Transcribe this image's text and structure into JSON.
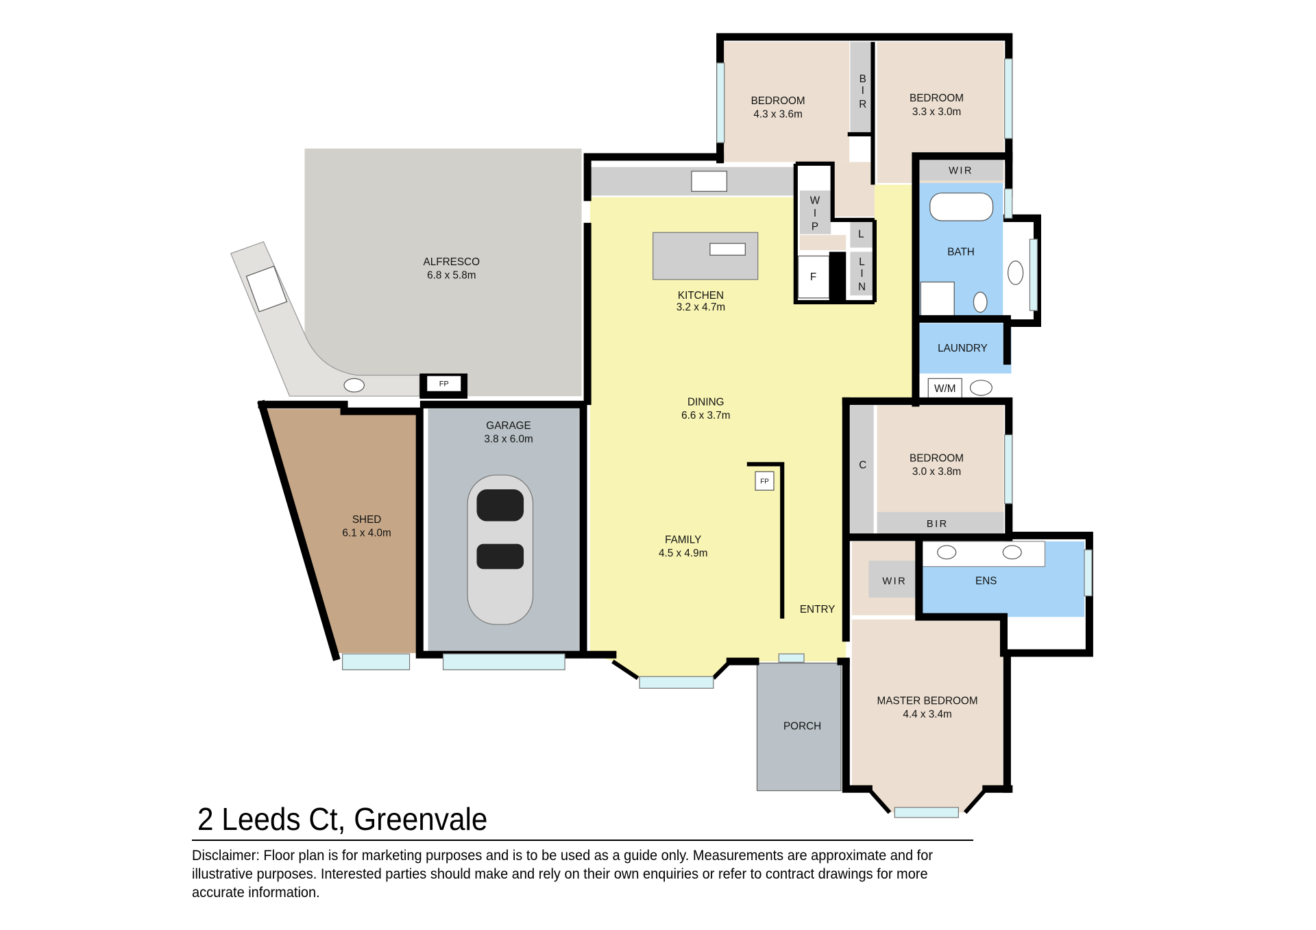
{
  "title": "2 Leeds Ct, Greenvale",
  "disclaimer": "Disclaimer: Floor plan is for marketing purposes and is to be used as a guide only. Measurements  are approximate and for illustrative purposes. Interested parties should make and rely on their own enquiries or refer to contract drawings for more accurate information.",
  "rooms": {
    "bedroom1": {
      "name": "BEDROOM",
      "dims": "4.3 x 3.6m"
    },
    "bedroom2": {
      "name": "BEDROOM",
      "dims": "3.3 x 3.0m"
    },
    "bedroom3": {
      "name": "BEDROOM",
      "dims": "3.0 x 3.8m"
    },
    "master": {
      "name": "MASTER BEDROOM",
      "dims": "4.4 x 3.4m"
    },
    "alfresco": {
      "name": "ALFRESCO",
      "dims": "6.8 x 5.8m"
    },
    "kitchen": {
      "name": "KITCHEN",
      "dims": "3.2 x 4.7m"
    },
    "dining": {
      "name": "DINING",
      "dims": "6.6 x 3.7m"
    },
    "family": {
      "name": "FAMILY",
      "dims": "4.5 x 4.9m"
    },
    "garage": {
      "name": "GARAGE",
      "dims": "3.8 x 6.0m"
    },
    "shed": {
      "name": "SHED",
      "dims": "6.1 x 4.0m"
    },
    "bath": {
      "name": "BATH"
    },
    "laundry": {
      "name": "LAUNDRY"
    },
    "ens": {
      "name": "ENS"
    },
    "entry": {
      "name": "ENTRY"
    },
    "porch": {
      "name": "PORCH"
    }
  },
  "small_labels": {
    "bir1": [
      "B",
      "I",
      "R"
    ],
    "wip": [
      "W",
      "I",
      "P"
    ],
    "lin": [
      "L",
      "I",
      "N"
    ],
    "l": "L",
    "f": "F",
    "wir_top": "WIR",
    "wm": "W/M",
    "c": "C",
    "bir3": "BIR",
    "wir_ens": "WIR",
    "fp_alfresco": "FP",
    "fp_family": "FP"
  },
  "colors": {
    "living": "#f8f4b4",
    "bedroom": "#ecdfd1",
    "storage": "#cfcfcf",
    "wet": "#a8d5f7",
    "shed": "#c5a686",
    "garage": "#bac2c7",
    "alfresco": "#d2d0cb"
  }
}
